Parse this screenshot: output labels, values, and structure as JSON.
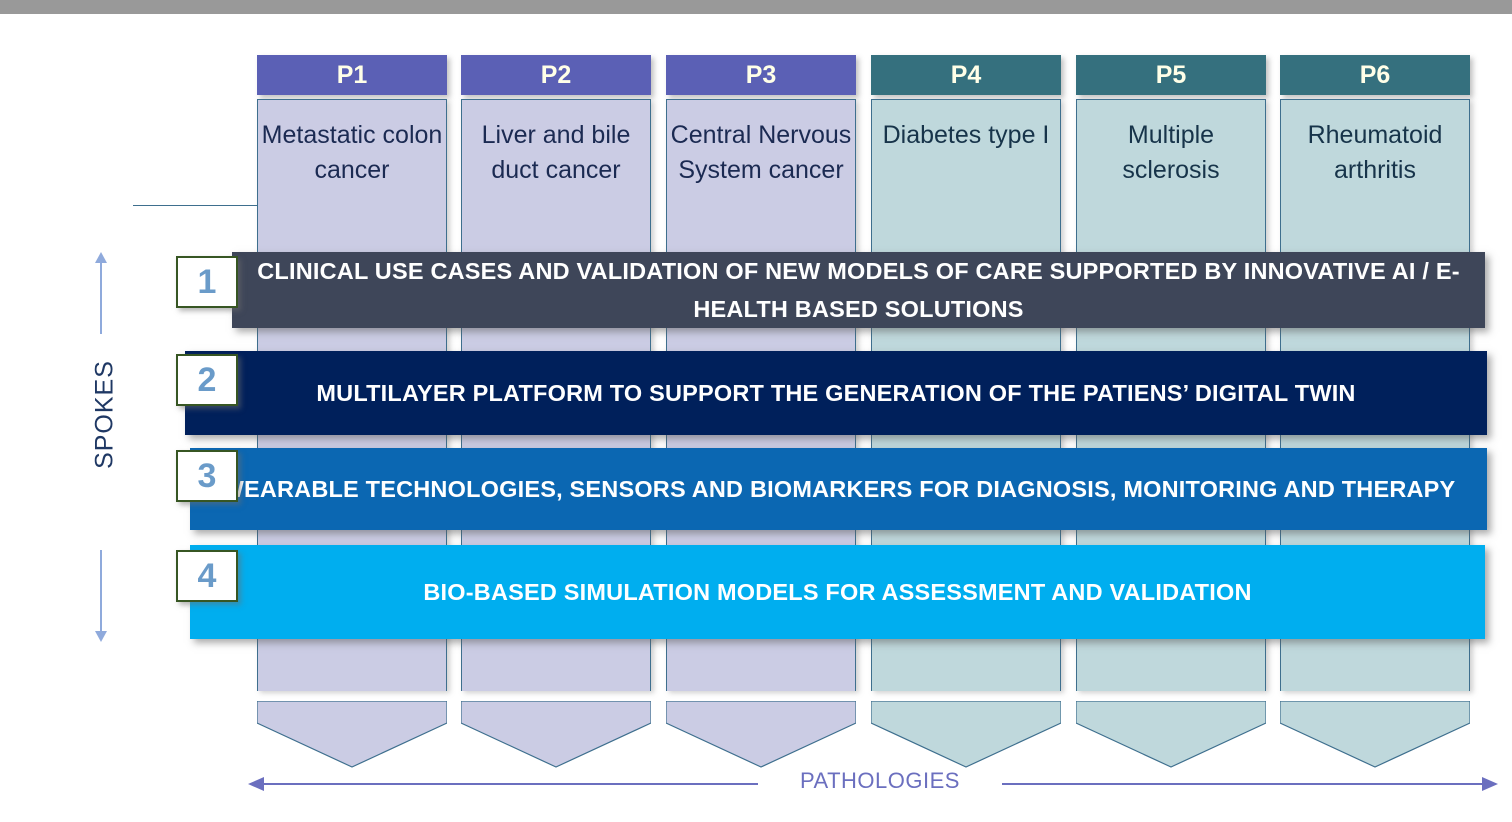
{
  "top_band": {
    "color": "#999999"
  },
  "axes": {
    "vertical": {
      "label": "SPOKES",
      "color": "#1F3864",
      "arrow_color": "#8FAADC",
      "direction": "double"
    },
    "horizontal": {
      "label": "PATHOLOGIES",
      "color": "#6B6FBF",
      "direction": "double"
    }
  },
  "columns": [
    {
      "code": "P1",
      "title": "Metastatic colon cancer",
      "group": "purple",
      "header_color": "#5B60B5",
      "body_color": "#CBCCE4"
    },
    {
      "code": "P2",
      "title": "Liver and bile duct cancer",
      "group": "purple",
      "header_color": "#5B60B5",
      "body_color": "#CBCCE4"
    },
    {
      "code": "P3",
      "title": "Central Nervous System cancer",
      "group": "purple",
      "header_color": "#5B60B5",
      "body_color": "#CBCCE4"
    },
    {
      "code": "P4",
      "title": "Diabetes type I",
      "group": "teal",
      "header_color": "#35707E",
      "body_color": "#BFD8DC"
    },
    {
      "code": "P5",
      "title": "Multiple sclerosis",
      "group": "teal",
      "header_color": "#35707E",
      "body_color": "#BFD8DC"
    },
    {
      "code": "P6",
      "title": "Rheumatoid arthritis",
      "group": "teal",
      "header_color": "#35707E",
      "body_color": "#BFD8DC"
    }
  ],
  "spokes": [
    {
      "number": "1",
      "text": "CLINICAL USE CASES AND VALIDATION OF NEW MODELS OF CARE SUPPORTED BY INNOVATIVE AI / E-HEALTH BASED SOLUTIONS",
      "color": "#3E4659"
    },
    {
      "number": "2",
      "text": "MULTILAYER PLATFORM TO SUPPORT THE GENERATION OF THE PATIENS’ DIGITAL TWIN",
      "color": "#00205B"
    },
    {
      "number": "3",
      "text": "WEARABLE TECHNOLOGIES, SENSORS AND BIOMARKERS FOR DIAGNOSIS, MONITORING AND THERAPY",
      "color": "#0B67B2"
    },
    {
      "number": "4",
      "text": "BIO-BASED SIMULATION MODELS FOR ASSESSMENT AND VALIDATION",
      "color": "#00AEEF"
    }
  ]
}
